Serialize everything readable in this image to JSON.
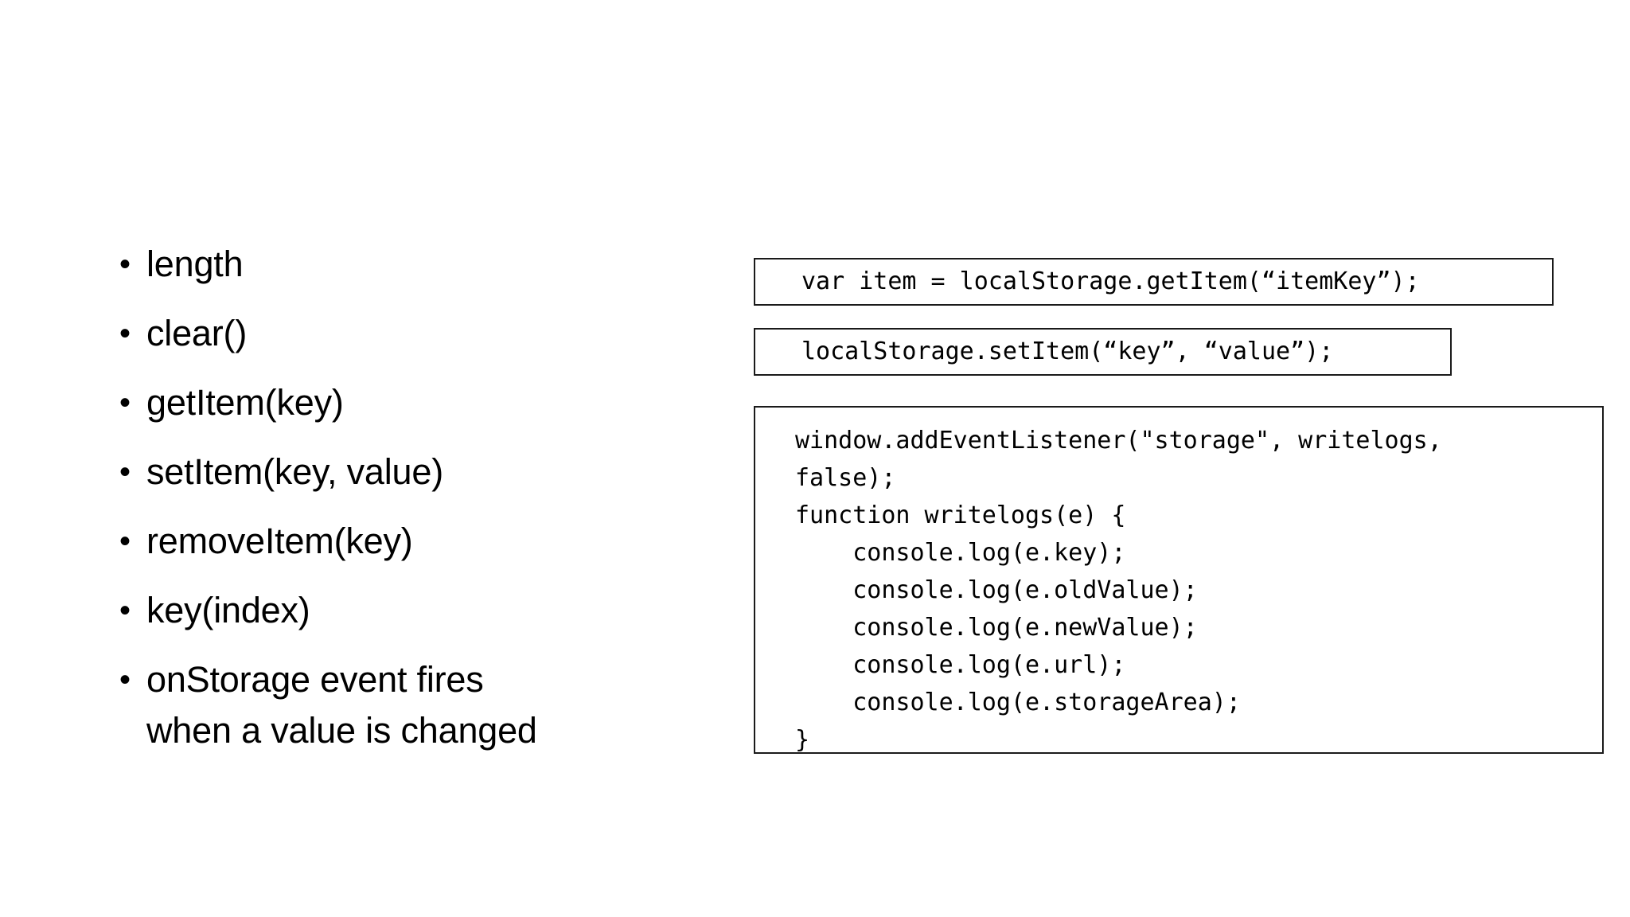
{
  "slide": {
    "background_color": "#ffffff",
    "text_color": "#000000",
    "border_color": "#1a1a1a"
  },
  "bullets": {
    "marker_glyph": "•",
    "items": [
      {
        "label": "length"
      },
      {
        "label": "clear()"
      },
      {
        "label": "getItem(key)"
      },
      {
        "label": "setItem(key, value)"
      },
      {
        "label": "removeItem(key)"
      },
      {
        "label": "key(index)"
      },
      {
        "label": "onStorage event fires\nwhen a value is changed"
      }
    ]
  },
  "code_boxes": [
    {
      "name": "getitem",
      "code": "var item = localStorage.getItem(“itemKey”);"
    },
    {
      "name": "setitem",
      "code": "localStorage.setItem(“key”, “value”);"
    },
    {
      "name": "listener",
      "code": "window.addEventListener(\"storage\", writelogs,\nfalse);\nfunction writelogs(e) {\n    console.log(e.key);\n    console.log(e.oldValue);\n    console.log(e.newValue);\n    console.log(e.url);\n    console.log(e.storageArea);\n}"
    }
  ]
}
